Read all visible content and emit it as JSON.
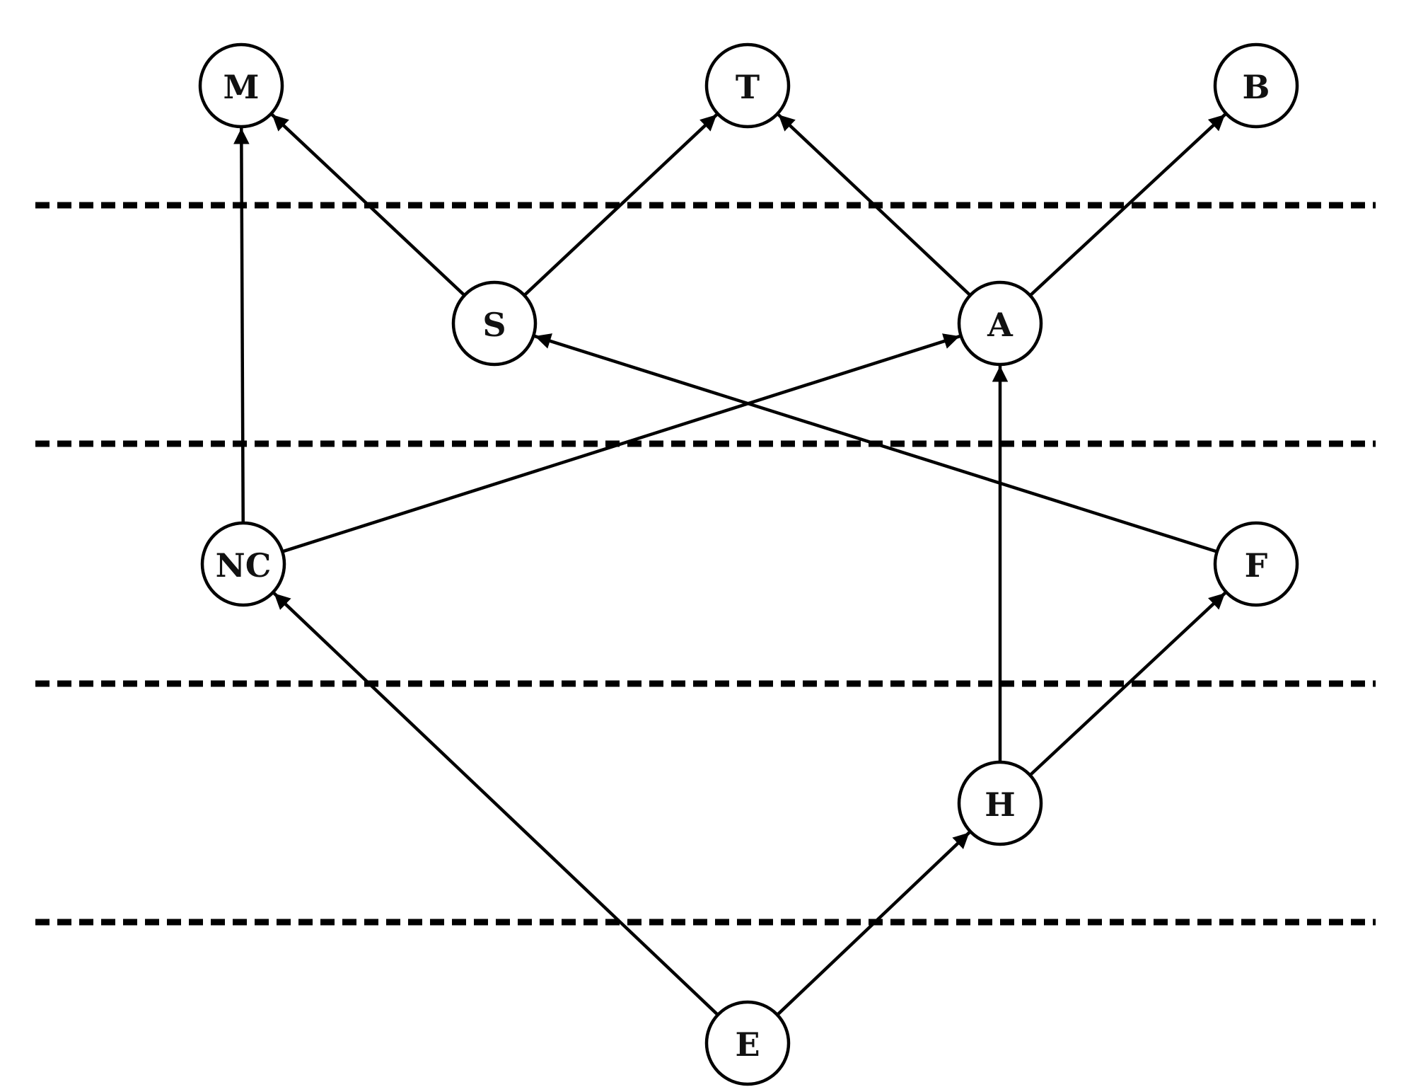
{
  "diagram": {
    "nodes": [
      {
        "id": "M",
        "label": "M"
      },
      {
        "id": "T",
        "label": "T"
      },
      {
        "id": "B",
        "label": "B"
      },
      {
        "id": "S",
        "label": "S"
      },
      {
        "id": "A",
        "label": "A"
      },
      {
        "id": "NC",
        "label": "NC"
      },
      {
        "id": "F",
        "label": "F"
      },
      {
        "id": "H",
        "label": "H"
      },
      {
        "id": "E",
        "label": "E"
      }
    ],
    "edges": [
      {
        "from": "NC",
        "to": "M"
      },
      {
        "from": "S",
        "to": "M"
      },
      {
        "from": "S",
        "to": "T"
      },
      {
        "from": "A",
        "to": "T"
      },
      {
        "from": "A",
        "to": "B"
      },
      {
        "from": "NC",
        "to": "A"
      },
      {
        "from": "F",
        "to": "S"
      },
      {
        "from": "H",
        "to": "A"
      },
      {
        "from": "H",
        "to": "F"
      },
      {
        "from": "E",
        "to": "NC"
      },
      {
        "from": "E",
        "to": "H"
      }
    ],
    "separators": 4
  }
}
